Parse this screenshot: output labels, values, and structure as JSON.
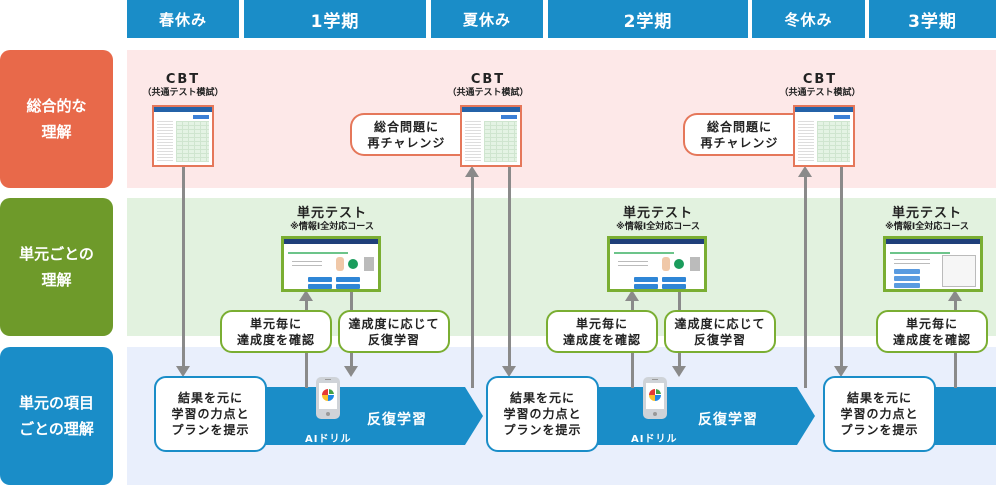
{
  "header": {
    "periods": [
      {
        "label": "春休み",
        "kind": "break"
      },
      {
        "label": "1学期",
        "kind": "term"
      },
      {
        "label": "夏休み",
        "kind": "break"
      },
      {
        "label": "2学期",
        "kind": "term"
      },
      {
        "label": "冬休み",
        "kind": "break"
      },
      {
        "label": "3学期",
        "kind": "term"
      }
    ]
  },
  "rows": [
    {
      "label": "総合的な\n理解",
      "color": "#E8694A",
      "band_color": "#FDE8E8"
    },
    {
      "label": "単元ごとの\n理解",
      "color": "#6E9A2A",
      "band_color": "#E2F2DF"
    },
    {
      "label": "単元の項目\nごとの理解",
      "color": "#1A8DC8",
      "band_color": "#E9EFFC"
    }
  ],
  "cbt": {
    "title": "CBT",
    "subtitle": "（共通テスト模試）",
    "retry_label": "総合問題に\n再チャレンジ"
  },
  "unit_test": {
    "title": "単元テスト",
    "subtitle": "※情報Ⅰ全対応コース",
    "check_label": "単元毎に\n達成度を確認",
    "repeat_label": "達成度に応じて\n反復学習"
  },
  "item_level": {
    "plan_label": "結果を元に\n学習の力点と\nプランを提示",
    "drill_label": "AIドリル",
    "repeat_label": "反復学習"
  },
  "colors": {
    "header_blue": "#1A8DC8",
    "cbt_border": "#E5775A",
    "unit_border": "#7AAE32",
    "arrow_gray": "#8A8A8A"
  }
}
